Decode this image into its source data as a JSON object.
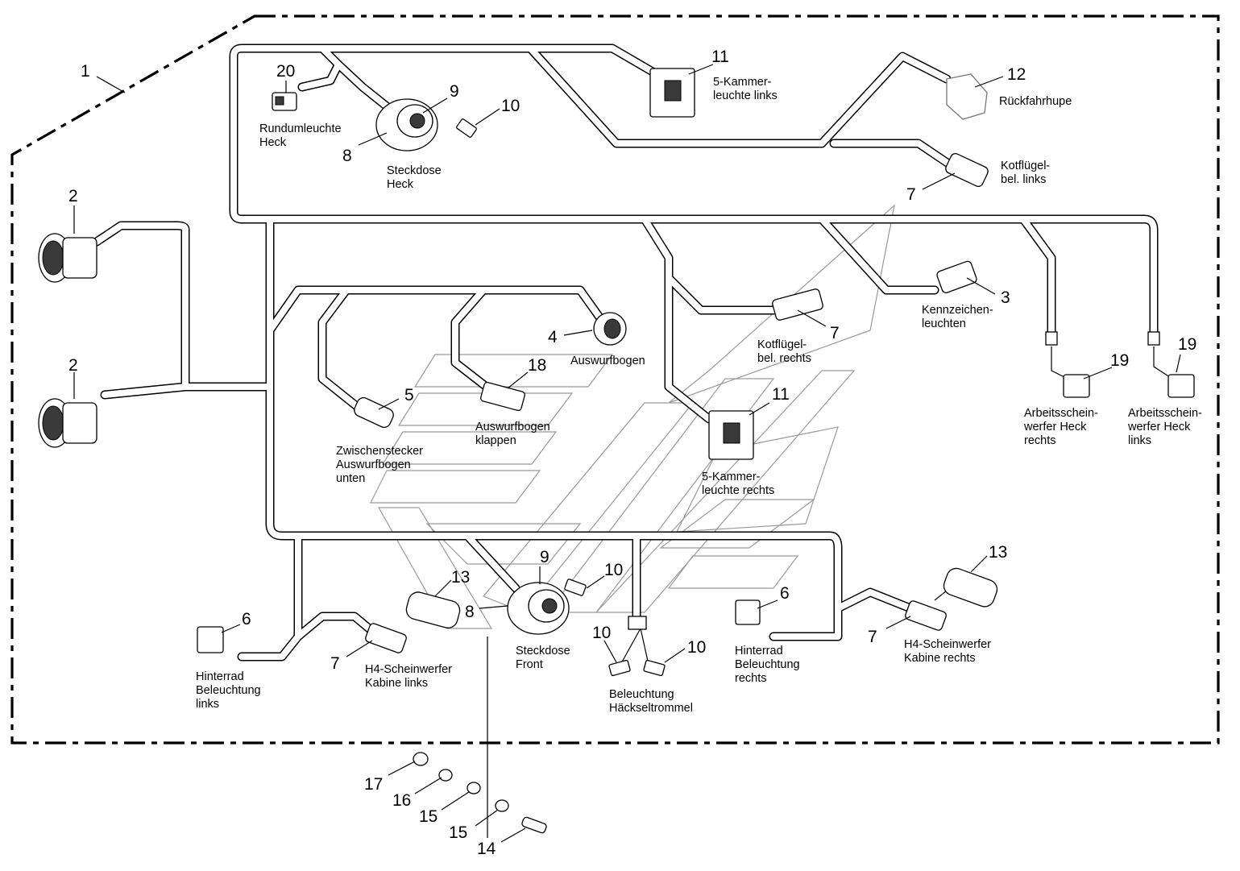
{
  "numbers": {
    "n1": "1",
    "n2a": "2",
    "n2b": "2",
    "n3": "3",
    "n4": "4",
    "n5": "5",
    "n6a": "6",
    "n6b": "6",
    "n7a": "7",
    "n7b": "7",
    "n7c": "7",
    "n7d": "7",
    "n8a": "8",
    "n8b": "8",
    "n9a": "9",
    "n9b": "9",
    "n10a": "10",
    "n10b": "10",
    "n10c": "10",
    "n10d": "10",
    "n11a": "11",
    "n11b": "11",
    "n12": "12",
    "n13a": "13",
    "n13b": "13",
    "n14": "14",
    "n15a": "15",
    "n15b": "15",
    "n16": "16",
    "n17": "17",
    "n18": "18",
    "n19a": "19",
    "n19b": "19",
    "n20": "20"
  },
  "labels": {
    "rundumleuchte": [
      "Rundumleuchte",
      "Heck"
    ],
    "steckdose_heck": [
      "Steckdose",
      "Heck"
    ],
    "kammer_links": [
      "5-Kammer-",
      "leuchte links"
    ],
    "rueckfahrhupe": [
      "Rückfahrhupe"
    ],
    "kotfluegel_links": [
      "Kotflügel-",
      "bel. links"
    ],
    "kennzeichen": [
      "Kennzeichen-",
      "leuchten"
    ],
    "kotfluegel_rechts": [
      "Kotflügel-",
      "bel. rechts"
    ],
    "auswurfbogen": [
      "Auswurfbogen"
    ],
    "auswurfbogen_klappen": [
      "Auswurfbogen",
      "klappen"
    ],
    "zwischenstecker": [
      "Zwischenstecker",
      "Auswurfbogen",
      "unten"
    ],
    "kammer_rechts": [
      "5-Kammer-",
      "leuchte rechts"
    ],
    "arbeits_rechts": [
      "Arbeitsschein-",
      "werfer Heck",
      "rechts"
    ],
    "arbeits_links": [
      "Arbeitsschein-",
      "werfer Heck",
      "links"
    ],
    "hinterrad_links": [
      "Hinterrad",
      "Beleuchtung",
      "links"
    ],
    "h4_links": [
      "H4-Scheinwerfer",
      "Kabine links"
    ],
    "steckdose_front": [
      "Steckdose",
      "Front"
    ],
    "beleuchtung_haeckseltrommel": [
      "Beleuchtung",
      "Häckseltrommel"
    ],
    "hinterrad_rechts": [
      "Hinterrad",
      "Beleuchtung",
      "rechts"
    ],
    "h4_rechts": [
      "H4-Scheinwerfer",
      "Kabine rechts"
    ]
  }
}
